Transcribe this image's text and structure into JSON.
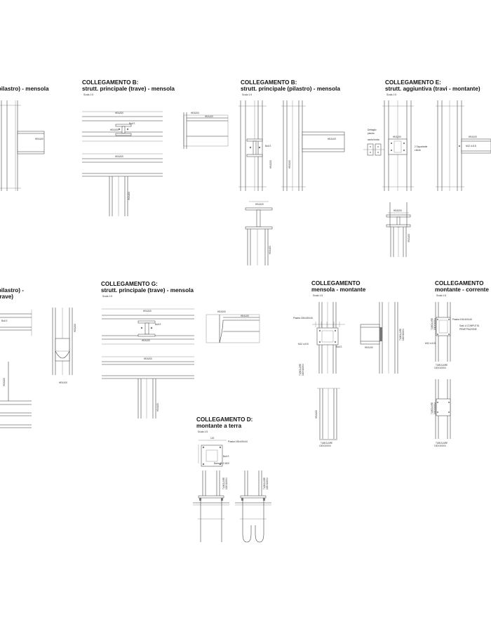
{
  "titles": {
    "a1": "(pilastro) - mensola",
    "b1_l1": "COLLEGAMENTO B:",
    "b1_l2": "strutt. principale (trave) - mensola",
    "b2_l1": "COLLEGAMENTO B:",
    "b2_l2": "strutt. principale (pilastro) - mensola",
    "e_l1": "COLLEGAMENTO E:",
    "e_l2": "strutt. aggiuntiva (travi - montante)",
    "f_l1": "(pilastro) -",
    "f_l2": "(trave)",
    "g_l1": "COLLEGAMENTO G:",
    "g_l2": "strutt. principale (trave) - mensola",
    "h_l1": "COLLEGAMENTO",
    "h_l2": "mensola - montante",
    "i_l1": "COLLEGAMENTO",
    "i_l2": "montante - corrente",
    "d_l1": "COLLEGAMENTO D:",
    "d_l2": "montante a terra"
  },
  "scale_label": "Scala 1:5",
  "labels": {
    "hea100": "HEA100",
    "hea200": "HEA200",
    "bolt": "Bull.S",
    "bolt_m12": "M12 cl.8.8",
    "detail_1": "Dettaglio",
    "detail_2": "piastra",
    "detail_3": "asola   forata",
    "angle_1": "2 Squadrette",
    "angle_2": "L60x6",
    "plate_150": "Piastra 150x150x10",
    "plate_100": "Piastra 100x100x10",
    "tubolare_1": "TUBOLARE",
    "tubolare_2": "100X100X4",
    "weld_1": "Sald. A COMPLETA",
    "weld_2": "PENETRAZIONE",
    "anchor": "Barra Ø12 M20",
    "dim_120": "120"
  }
}
